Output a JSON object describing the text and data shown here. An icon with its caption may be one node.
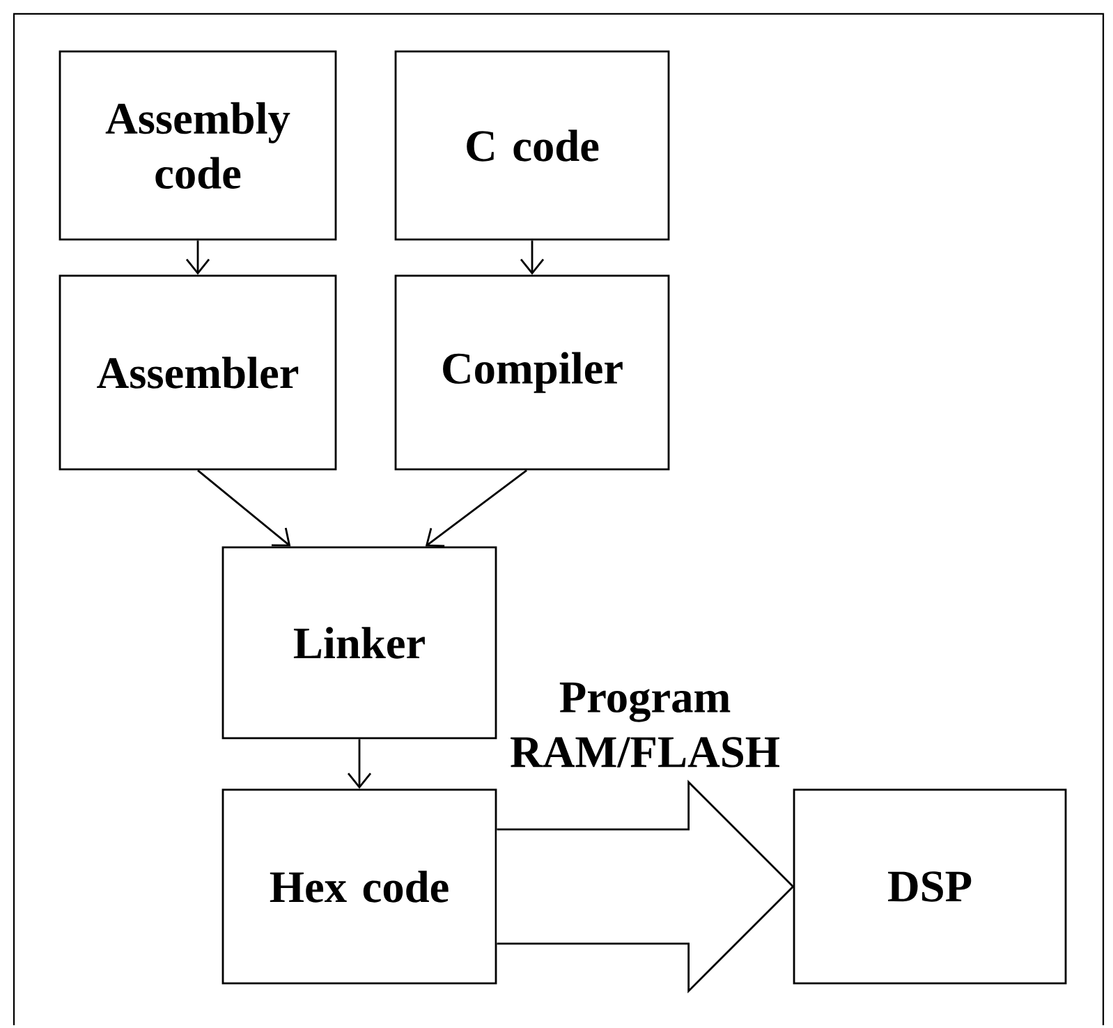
{
  "diagram": {
    "nodes": [
      {
        "text": [
          "Assembly code"
        ]
      },
      {
        "text": [
          "C code"
        ]
      },
      {
        "text": [
          "Assembler"
        ]
      },
      {
        "text": [
          "Compiler"
        ]
      },
      {
        "text": [
          "Linker"
        ]
      },
      {
        "text": [
          "Hex code"
        ]
      },
      {
        "text": [
          "DSP"
        ]
      }
    ],
    "edges": [
      {
        "from": 0,
        "to": 2,
        "arrow": "to"
      },
      {
        "from": 1,
        "to": 3,
        "arrow": "to"
      },
      {
        "from": 2,
        "to": 4,
        "arrow": "to"
      },
      {
        "from": 3,
        "to": 4,
        "arrow": "to"
      },
      {
        "from": 4,
        "to": 5,
        "arrow": "to"
      },
      {
        "from": 5,
        "to": 6,
        "arrow": "to",
        "style": "thick",
        "label": "Program RAM/FLASH"
      }
    ]
  }
}
